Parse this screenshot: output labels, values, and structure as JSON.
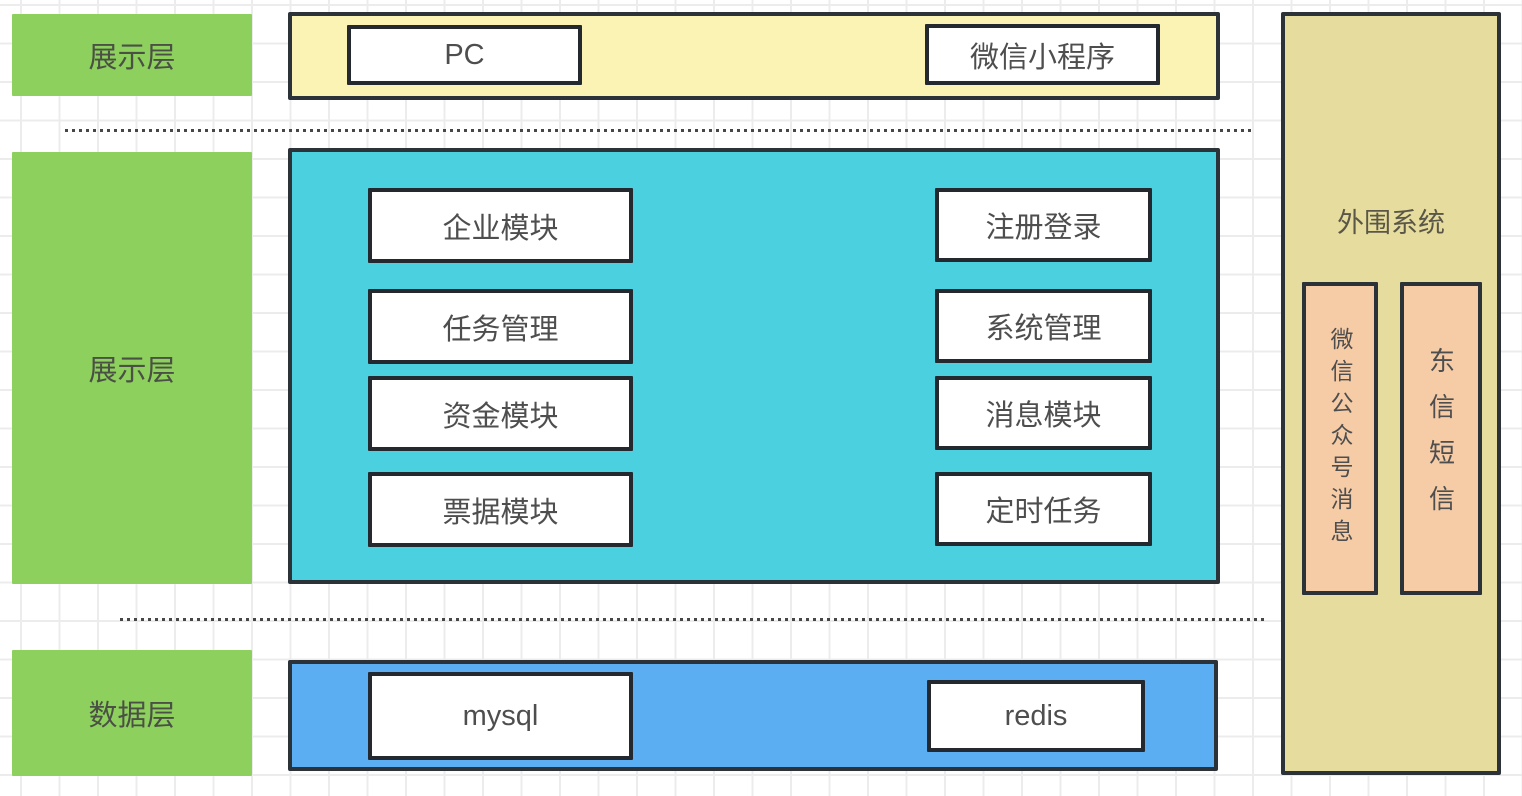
{
  "diagram": {
    "layer_labels": {
      "top": "展示层",
      "middle": "展示层",
      "bottom": "数据层"
    },
    "presentation_bar": {
      "pc": "PC",
      "wechat_miniprogram": "微信小程序"
    },
    "business_modules": {
      "left": [
        "企业模块",
        "任务管理",
        "资金模块",
        "票据模块"
      ],
      "right": [
        "注册登录",
        "系统管理",
        "消息模块",
        "定时任务"
      ]
    },
    "data_bar": {
      "mysql": "mysql",
      "redis": "redis"
    },
    "peripheral": {
      "title": "外围系统",
      "wechat_official": "微信公众号消息",
      "sms": "东信短信"
    },
    "colors": {
      "layer_label_green": "#8ed05e",
      "presentation_yellow": "#faf3b3",
      "business_cyan": "#4bd0e0",
      "data_blue": "#5baef1",
      "peripheral_khaki": "#e6dc9d",
      "peripheral_salmon": "#f6cca6",
      "shape_border": "#2b3238",
      "text": "#4e4e4e",
      "grid_line": "#ececec"
    }
  }
}
